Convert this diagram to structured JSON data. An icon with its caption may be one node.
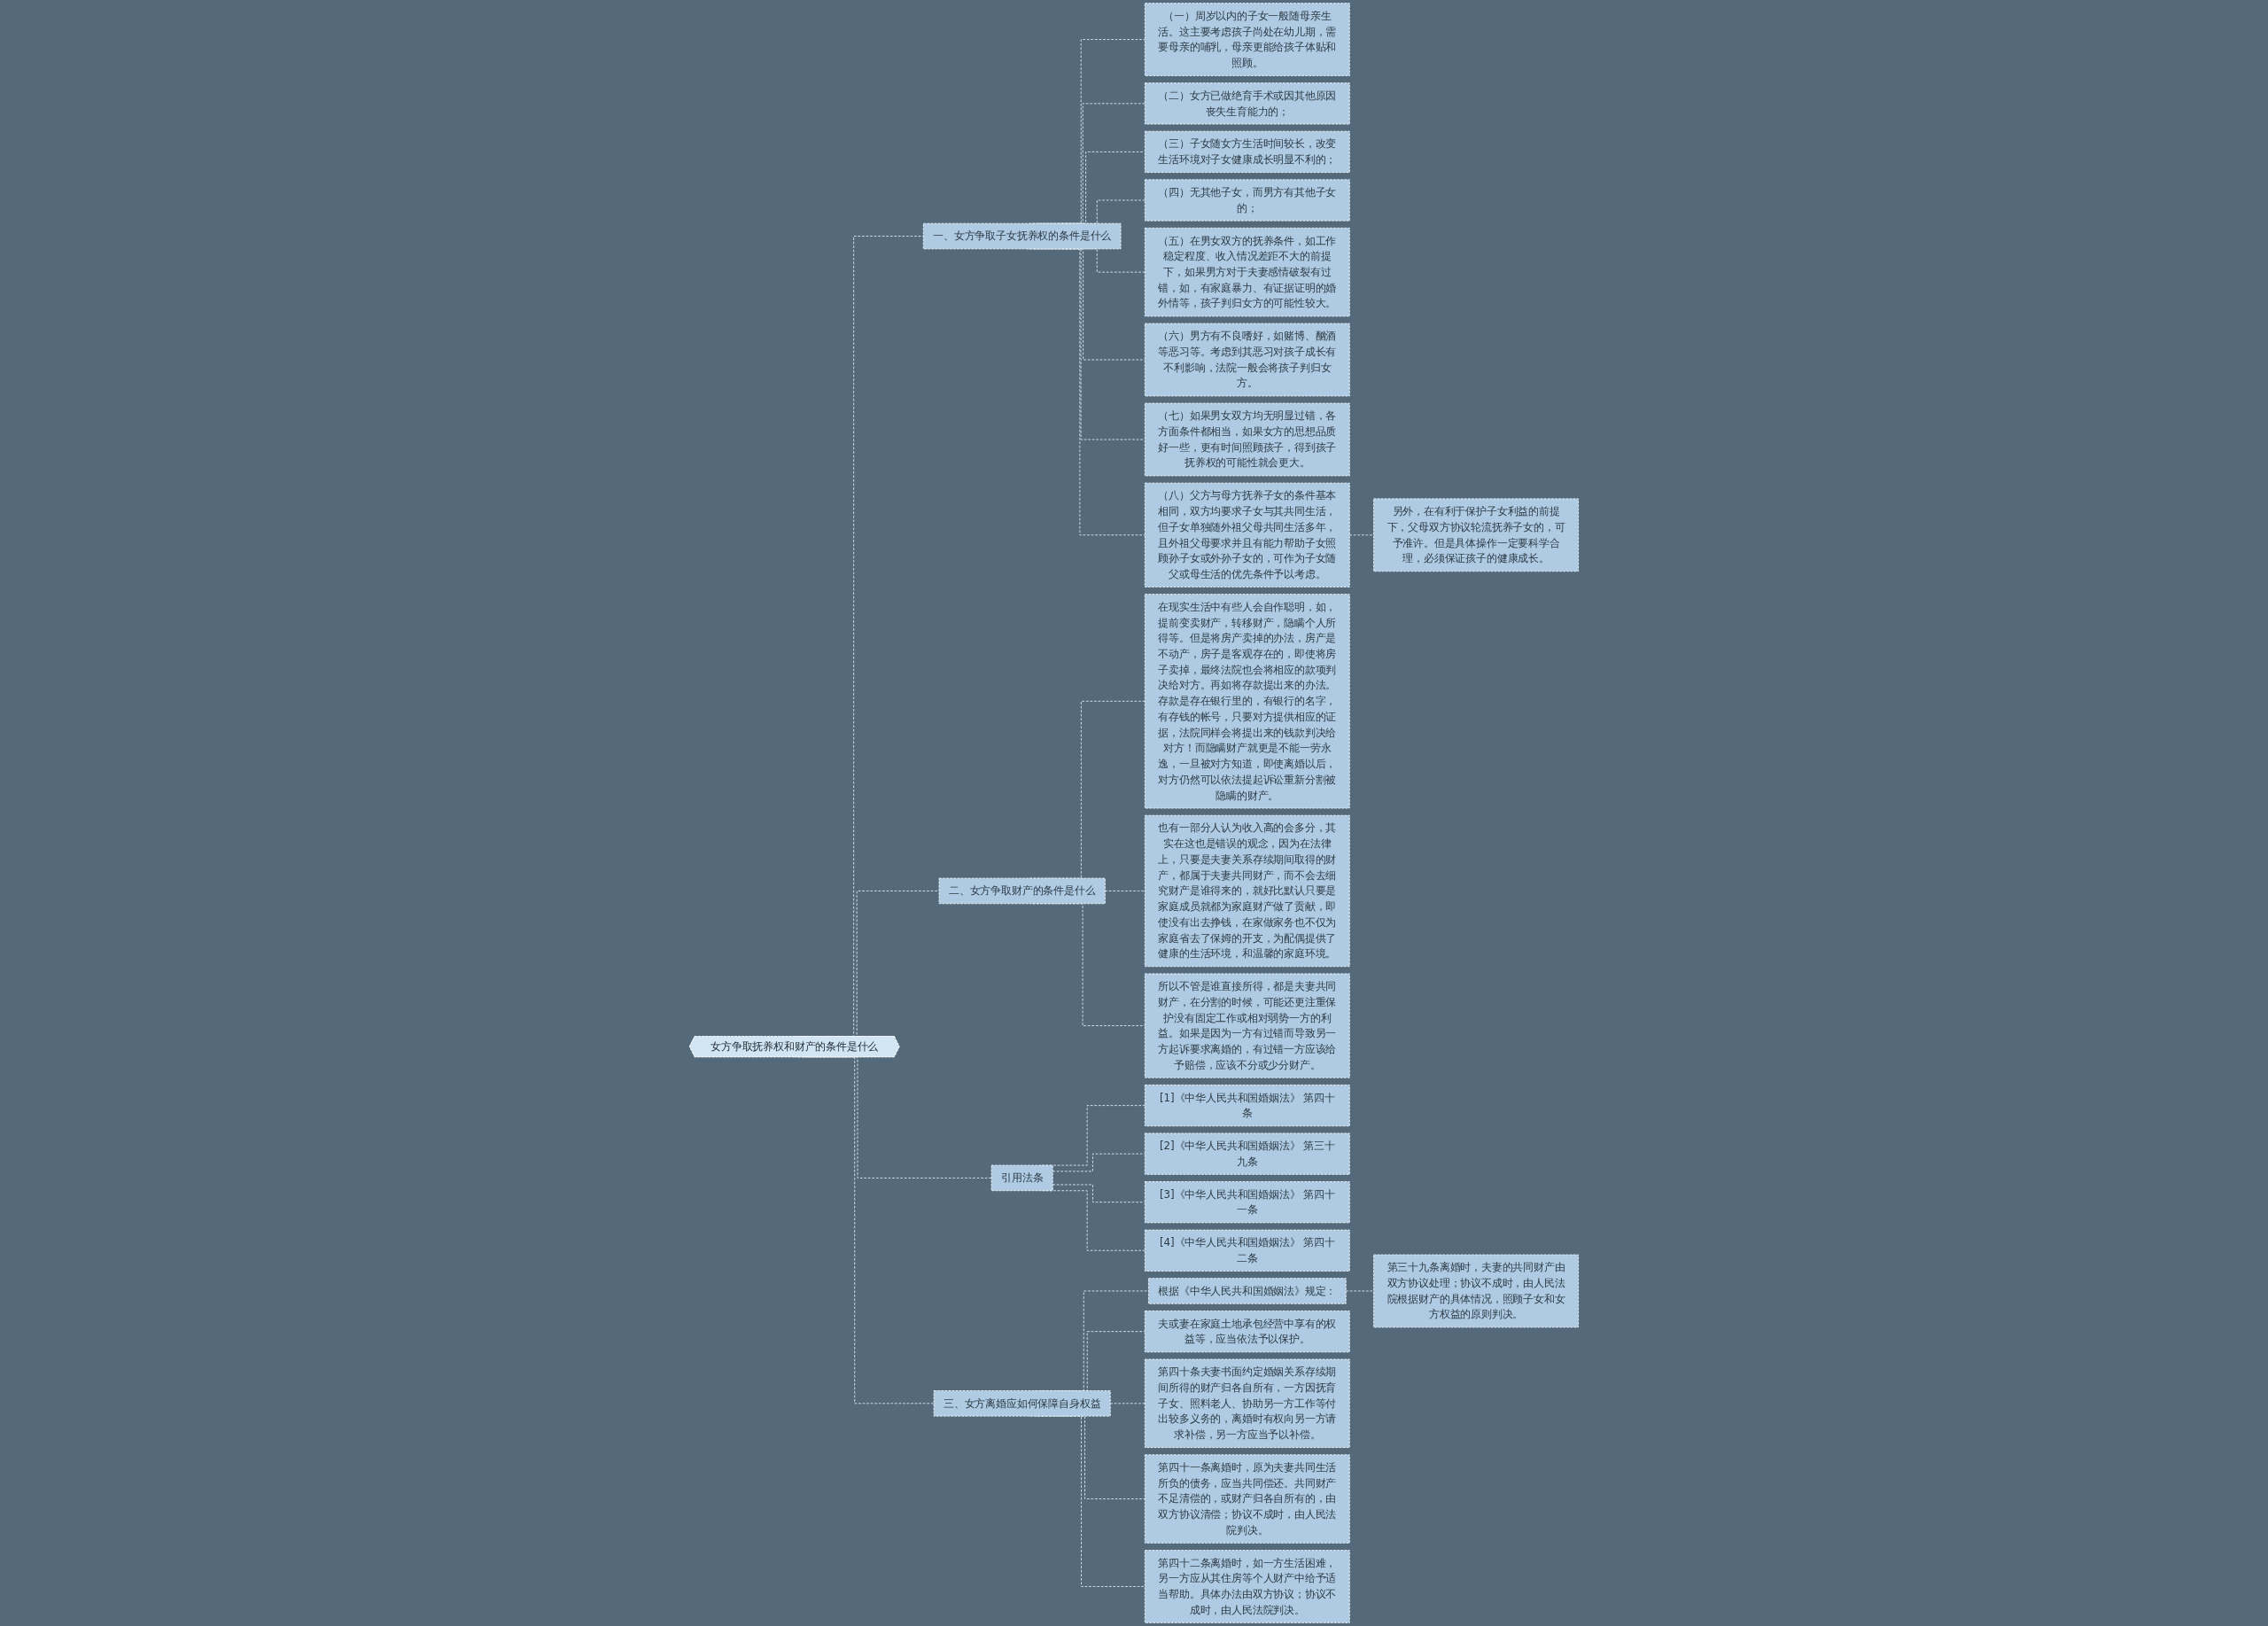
{
  "diagram": {
    "nodes": [
      {
        "text": [
          "女方争取抚养权和财产的条件是什么"
        ]
      },
      {
        "text": [
          "一、女方争取子女抚养权的条件是什么"
        ]
      },
      {
        "text": [
          "（一）周岁以内的子女一般随母亲生活。这主要考虑孩子尚处在幼儿期，需要母亲的哺乳，母亲更能给孩子体贴和照顾。"
        ]
      },
      {
        "text": [
          "（二）女方已做绝育手术或因其他原因丧失生育能力的；"
        ]
      },
      {
        "text": [
          "（三）子女随女方生活时间较长，改变生活环境对子女健康成长明显不利的；"
        ]
      },
      {
        "text": [
          "（四）无其他子女，而男方有其他子女的；"
        ]
      },
      {
        "text": [
          "（五）在男女双方的抚养条件，如工作稳定程度、收入情况差距不大的前提下，如果男方对于夫妻感情破裂有过错，如，有家庭暴力、有证据证明的婚外情等，孩子判归女方的可能性较大。"
        ]
      },
      {
        "text": [
          "（六）男方有不良嗜好，如赌博、酗酒等恶习等。考虑到其恶习对孩子成长有不利影响，法院一般会将孩子判归女方。"
        ]
      },
      {
        "text": [
          "（七）如果男女双方均无明显过错，各方面条件都相当，如果女方的思想品质好一些，更有时间照顾孩子，得到孩子抚养权的可能性就会更大。"
        ]
      },
      {
        "text": [
          "（八）父方与母方抚养子女的条件基本相同，双方均要求子女与其共同生活，但子女单独随外祖父母共同生活多年，且外祖父母要求并且有能力帮助子女照顾孙子女或外孙子女的，可作为子女随父或母生活的优先条件予以考虑。"
        ]
      },
      {
        "text": [
          "另外，在有利于保护子女利益的前提下，父母双方协议轮流抚养子女的，可予准许。但是具体操作一定要科学合理，必须保证孩子的健康成长。"
        ]
      },
      {
        "text": [
          "二、女方争取财产的条件是什么"
        ]
      },
      {
        "text": [
          "在现实生活中有些人会自作聪明，如，提前变卖财产，转移财产，隐瞒个人所得等。但是将房产卖掉的办法，房产是不动产，房子是客观存在的，即使将房子卖掉，最终法院也会将相应的款项判决给对方。再如将存款提出来的办法。存款是存在银行里的，有银行的名字，有存钱的帐号，只要对方提供相应的证据，法院同样会将提出来的钱款判决给对方！而隐瞒财产就更是不能一劳永逸，一旦被对方知道，即使离婚以后，对方仍然可以依法提起诉讼重新分割被隐瞒的财产。"
        ]
      },
      {
        "text": [
          "也有一部分人认为收入高的会多分，其实在这也是错误的观念，因为在法律上，只要是夫妻关系存续期间取得的财产，都属于夫妻共同财产，而不会去细究财产是谁得来的，就好比默认只要是家庭成员就都为家庭财产做了贡献，即使没有出去挣钱，在家做家务也不仅为家庭省去了保姆的开支，为配偶提供了健康的生活环境，和温馨的家庭环境。"
        ]
      },
      {
        "text": [
          "所以不管是谁直接所得，都是夫妻共同财产，在分割的时候，可能还更注重保护没有固定工作或相对弱势一方的利益。如果是因为一方有过错而导致另一方起诉要求离婚的，有过错一方应该给予赔偿，应该不分或少分财产。"
        ]
      },
      {
        "text": [
          "引用法条"
        ]
      },
      {
        "text": [
          "[1]《中华人民共和国婚姻法》 第四十条"
        ]
      },
      {
        "text": [
          "[2]《中华人民共和国婚姻法》 第三十九条"
        ]
      },
      {
        "text": [
          "[3]《中华人民共和国婚姻法》 第四十一条"
        ]
      },
      {
        "text": [
          "[4]《中华人民共和国婚姻法》 第四十二条"
        ]
      },
      {
        "text": [
          "三、女方离婚应如何保障自身权益"
        ]
      },
      {
        "text": [
          "根据《中华人民共和国婚姻法》规定："
        ]
      },
      {
        "text": [
          "第三十九条离婚时，夫妻的共同财产由双方协议处理；协议不成时，由人民法院根据财产的具体情况，照顾子女和女方权益的原则判决。"
        ]
      },
      {
        "text": [
          "夫或妻在家庭土地承包经营中享有的权益等，应当依法予以保护。"
        ]
      },
      {
        "text": [
          "第四十条夫妻书面约定婚姻关系存续期间所得的财产归各自所有，一方因抚育子女、照料老人、协助另一方工作等付出较多义务的，离婚时有权向另一方请求补偿，另一方应当予以补偿。"
        ]
      },
      {
        "text": [
          "第四十一条离婚时，原为夫妻共同生活所负的债务，应当共同偿还。共同财产不足清偿的，或财产归各自所有的，由双方协议清偿；协议不成时，由人民法院判决。"
        ]
      },
      {
        "text": [
          "第四十二条离婚时，如一方生活困难，另一方应从其住房等个人财产中给予适当帮助。具体办法由双方协议；协议不成时，由人民法院判决。"
        ]
      }
    ],
    "edges": [
      {
        "from": 0,
        "to": 1,
        "arrow": "none",
        "style": "dashed"
      },
      {
        "from": 1,
        "to": 2,
        "arrow": "none",
        "style": "dashed"
      },
      {
        "from": 1,
        "to": 3,
        "arrow": "none",
        "style": "dashed"
      },
      {
        "from": 1,
        "to": 4,
        "arrow": "none",
        "style": "dashed"
      },
      {
        "from": 1,
        "to": 5,
        "arrow": "none",
        "style": "dashed"
      },
      {
        "from": 1,
        "to": 6,
        "arrow": "none",
        "style": "dashed"
      },
      {
        "from": 1,
        "to": 7,
        "arrow": "none",
        "style": "dashed"
      },
      {
        "from": 1,
        "to": 8,
        "arrow": "none",
        "style": "dashed"
      },
      {
        "from": 1,
        "to": 9,
        "arrow": "none",
        "style": "dashed"
      },
      {
        "from": 9,
        "to": 10,
        "arrow": "none",
        "style": "dashed"
      },
      {
        "from": 0,
        "to": 11,
        "arrow": "none",
        "style": "dashed"
      },
      {
        "from": 11,
        "to": 12,
        "arrow": "none",
        "style": "dashed"
      },
      {
        "from": 11,
        "to": 13,
        "arrow": "none",
        "style": "dashed"
      },
      {
        "from": 11,
        "to": 14,
        "arrow": "none",
        "style": "dashed"
      },
      {
        "from": 0,
        "to": 15,
        "arrow": "none",
        "style": "dashed"
      },
      {
        "from": 15,
        "to": 16,
        "arrow": "none",
        "style": "dashed"
      },
      {
        "from": 15,
        "to": 17,
        "arrow": "none",
        "style": "dashed"
      },
      {
        "from": 15,
        "to": 18,
        "arrow": "none",
        "style": "dashed"
      },
      {
        "from": 15,
        "to": 19,
        "arrow": "none",
        "style": "dashed"
      },
      {
        "from": 0,
        "to": 20,
        "arrow": "none",
        "style": "dashed"
      },
      {
        "from": 20,
        "to": 21,
        "arrow": "none",
        "style": "dashed"
      },
      {
        "from": 21,
        "to": 22,
        "arrow": "none",
        "style": "dashed"
      },
      {
        "from": 20,
        "to": 23,
        "arrow": "none",
        "style": "dashed"
      },
      {
        "from": 20,
        "to": 24,
        "arrow": "none",
        "style": "dashed"
      },
      {
        "from": 20,
        "to": 25,
        "arrow": "none",
        "style": "dashed"
      },
      {
        "from": 20,
        "to": 26,
        "arrow": "none",
        "style": "dashed"
      }
    ]
  }
}
